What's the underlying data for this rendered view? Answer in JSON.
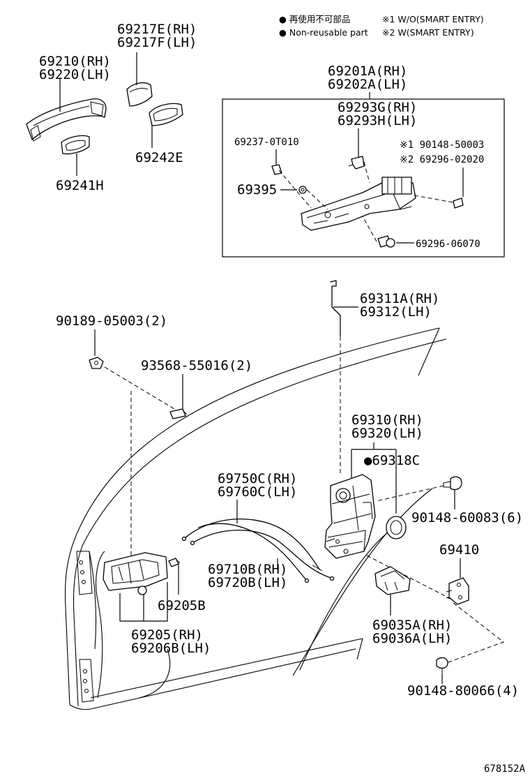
{
  "legend": {
    "jp_note": "● 再使用不可部品",
    "en_note": "● Non-reusable part",
    "note1": "※1 W/O(SMART ENTRY)",
    "note2": "※2 W(SMART ENTRY)"
  },
  "labels": {
    "p69217": [
      "69217E(RH)",
      "69217F(LH)"
    ],
    "p69210": [
      "69210(RH)",
      "69220(LH)"
    ],
    "p69242": "69242E",
    "p69241": "69241H",
    "p69201": [
      "69201A(RH)",
      "69202A(LH)"
    ],
    "p69293": [
      "69293G(RH)",
      "69293H(LH)"
    ],
    "p69237": "69237-0T010",
    "p90148a": "※1 90148-50003",
    "p69296a": "※2 69296-02020",
    "p69395": "69395",
    "p69296b": "69296-06070",
    "p69311": [
      "69311A(RH)",
      "69312(LH)"
    ],
    "p90189": "90189-05003(2)",
    "p93568": "93568-55016(2)",
    "p69310": [
      "69310(RH)",
      "69320(LH)"
    ],
    "p69318": "●69318C",
    "p90148b": "90148-60083(6)",
    "p69750": [
      "69750C(RH)",
      "69760C(LH)"
    ],
    "p69410": "69410",
    "p69710": [
      "69710B(RH)",
      "69720B(LH)"
    ],
    "p69205b": "69205B",
    "p69205": [
      "69205(RH)",
      "69206B(LH)"
    ],
    "p69035": [
      "69035A(RH)",
      "69036A(LH)"
    ],
    "p90148c": "90148-80066(4)"
  },
  "diagram_code": "678152A"
}
